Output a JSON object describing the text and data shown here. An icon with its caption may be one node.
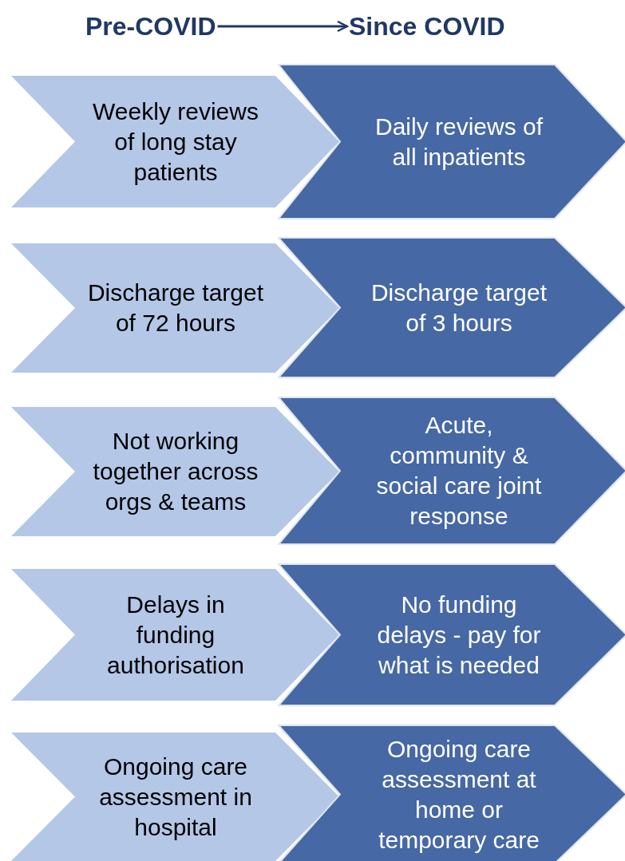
{
  "diagram": {
    "nodes": [
      {
        "text": [
          "Pre-COVID"
        ]
      },
      {
        "text": [
          "Since COVID"
        ]
      },
      {
        "text": [
          "Weekly reviews of long stay patients"
        ]
      },
      {
        "text": [
          "Daily reviews of all inpatients"
        ]
      },
      {
        "text": [
          "Discharge target of 72 hours"
        ]
      },
      {
        "text": [
          "Discharge target of 3 hours"
        ]
      },
      {
        "text": [
          "Not working together across orgs & teams"
        ]
      },
      {
        "text": [
          "Acute, community & social care joint response"
        ]
      },
      {
        "text": [
          "Delays in funding authorisation"
        ]
      },
      {
        "text": [
          "No funding delays - pay for what is needed"
        ]
      },
      {
        "text": [
          "Ongoing care assessment in hospital"
        ]
      },
      {
        "text": [
          "Ongoing care assessment at home or temporary care"
        ]
      }
    ],
    "edges": [
      {
        "from": 0,
        "to": 1,
        "arrow": "to"
      }
    ]
  }
}
